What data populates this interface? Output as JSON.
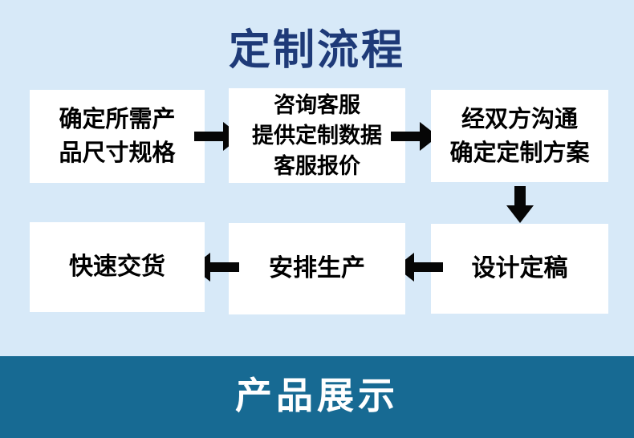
{
  "colors": {
    "page_background": "#d7e9f8",
    "title_text": "#1e3a78",
    "box_background": "#ffffff",
    "box_text": "#000000",
    "arrow": "#060606",
    "banner_background": "#176a93",
    "banner_text": "#ffffff"
  },
  "header": {
    "title": "定制流程"
  },
  "flow": {
    "steps": [
      {
        "label": "确定所需产\n品尺寸规格"
      },
      {
        "label": "咨询客服\n提供定制数据\n客服报价"
      },
      {
        "label": "经双方沟通\n确定定制方案"
      },
      {
        "label": "设计定稿"
      },
      {
        "label": "安排生产"
      },
      {
        "label": "快速交货"
      }
    ],
    "arrows": [
      {
        "icon": "arrow-right"
      },
      {
        "icon": "arrow-right"
      },
      {
        "icon": "arrow-down"
      },
      {
        "icon": "arrow-left"
      },
      {
        "icon": "arrow-left"
      }
    ]
  },
  "banner": {
    "title": "产品展示"
  }
}
